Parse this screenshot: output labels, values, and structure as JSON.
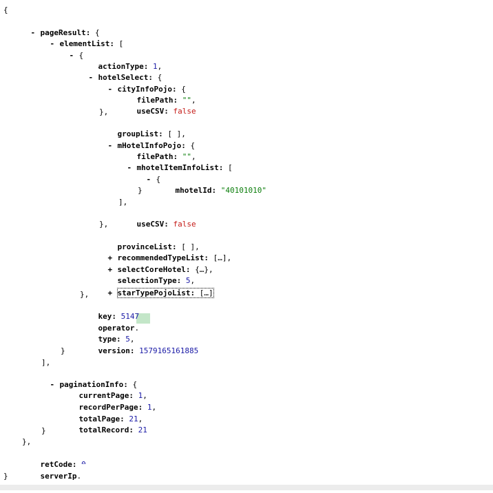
{
  "json": {
    "brace_open": "{",
    "brace_close": "}",
    "toggle_expanded": "-",
    "toggle_collapsed": "+",
    "pageResult": {
      "key": "pageResult",
      "elementList": {
        "key": "elementList",
        "item": {
          "actionType": {
            "key": "actionType",
            "value": "1"
          },
          "hotelSelect": {
            "key": "hotelSelect",
            "cityInfoPojo": {
              "key": "cityInfoPojo",
              "filePath": {
                "key": "filePath",
                "value": "\"\""
              },
              "useCSV": {
                "key": "useCSV",
                "value": "false"
              }
            },
            "groupList": {
              "key": "groupList",
              "value": "[ ]"
            },
            "mHotelInfoPojo": {
              "key": "mHotelInfoPojo",
              "filePath": {
                "key": "filePath",
                "value": "\"\""
              },
              "mhotelItemInfoList": {
                "key": "mhotelItemInfoList",
                "item": {
                  "mhotelId": {
                    "key": "mhotelId",
                    "value": "\"40101010\""
                  }
                }
              },
              "useCSV": {
                "key": "useCSV",
                "value": "false"
              }
            },
            "provinceList": {
              "key": "provinceList",
              "value": "[ ]"
            },
            "recommendedTypeList": {
              "key": "recommendedTypeList",
              "value": "[…]"
            },
            "selectCoreHotel": {
              "key": "selectCoreHotel",
              "value": "{…}"
            },
            "selectionType": {
              "key": "selectionType",
              "value": "5"
            },
            "starTypePojoList": {
              "key": "starTypePojoList",
              "value": "[…]"
            }
          },
          "key_field": {
            "key": "key",
            "value": "5147"
          },
          "operator": {
            "key": "operator"
          },
          "type": {
            "key": "type",
            "value": "5"
          },
          "version": {
            "key": "version",
            "value": "1579165161885"
          }
        }
      },
      "paginationInfo": {
        "key": "paginationInfo",
        "currentPage": {
          "key": "currentPage",
          "value": "1"
        },
        "recordPerPage": {
          "key": "recordPerPage",
          "value": "1"
        },
        "totalPage": {
          "key": "totalPage",
          "value": "21"
        },
        "totalRecord": {
          "key": "totalRecord",
          "value": "21"
        }
      }
    },
    "retCode": {
      "key": "retCode",
      "value": "0"
    },
    "serverIp": {
      "key": "serverIp"
    }
  },
  "colors": {
    "key": "#000000",
    "number": "#1a1aa6",
    "string": "#0a7d0a",
    "boolean": "#c41a16",
    "selection_highlight": "#c3e6c8"
  },
  "icons": {
    "expanded_toggle": "minus-toggle-icon",
    "collapsed_toggle": "plus-toggle-icon"
  }
}
